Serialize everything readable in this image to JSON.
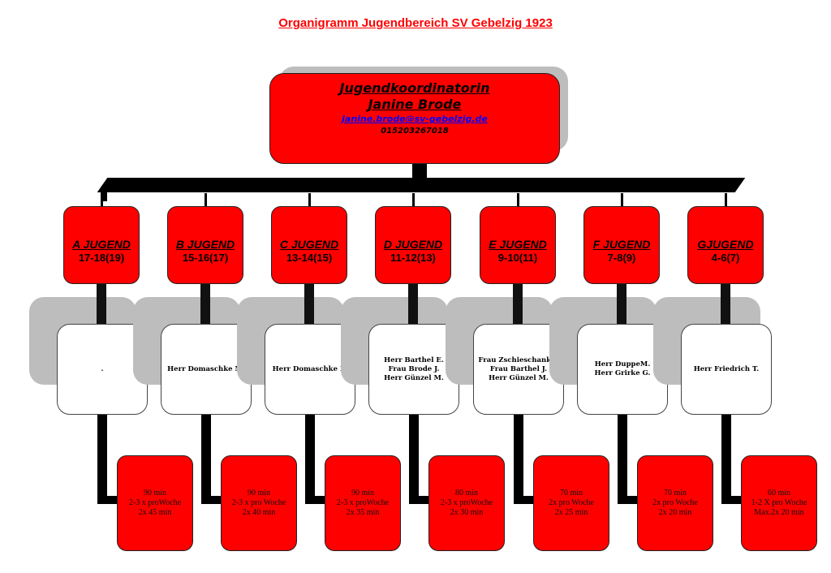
{
  "title": "Organigramm Jugendbereich SV Gebelzig 1923",
  "coordinator": {
    "role": "Jugendkoordinatorin",
    "name": "Janine Brode",
    "email": "janine.brode@sv-gebelzig.de",
    "phone": "015203267018"
  },
  "groups": [
    {
      "name": "A JUGEND",
      "ages": "17-18(19)",
      "coaches": [
        "."
      ],
      "training": [
        "90 min",
        "2-3 x proWoche",
        "2x 45 min"
      ]
    },
    {
      "name": "B JUGEND",
      "ages": "15-16(17)",
      "coaches": [
        "Herr Domaschke M."
      ],
      "training": [
        "90 min",
        "2-3 x pro Woche",
        "2x 40 min"
      ]
    },
    {
      "name": "C JUGEND",
      "ages": "13-14(15)",
      "coaches": [
        "Herr Domaschke M"
      ],
      "training": [
        "90 min",
        "2-3 x proWoche",
        "2x 35 min"
      ]
    },
    {
      "name": "D JUGEND",
      "ages": "11-12(13)",
      "coaches": [
        "Herr Barthel E.",
        "Frau Brode J.",
        "Herr Günzel M."
      ],
      "training": [
        "80 min",
        "2-3 x proWoche",
        "2x 30 min"
      ]
    },
    {
      "name": "E JUGEND",
      "ages": "9-10(11)",
      "coaches": [
        "Frau ZschieschankA.",
        "Frau Barthel J.",
        "Herr Günzel M."
      ],
      "training": [
        "70 min",
        "2x pro Woche",
        "2x 25 min"
      ]
    },
    {
      "name": "F JUGEND",
      "ages": "7-8(9)",
      "coaches": [
        "Herr DuppeM.",
        "Herr Grirke G."
      ],
      "training": [
        "70 min",
        "2x pro Woche",
        "2x 20 min"
      ]
    },
    {
      "name": "GJUGEND",
      "ages": "4-6(7)",
      "coaches": [
        "Herr Friedrich T."
      ],
      "training": [
        "60 min",
        "1-2 X pro Woche",
        "Max.2x 20 min"
      ]
    }
  ]
}
